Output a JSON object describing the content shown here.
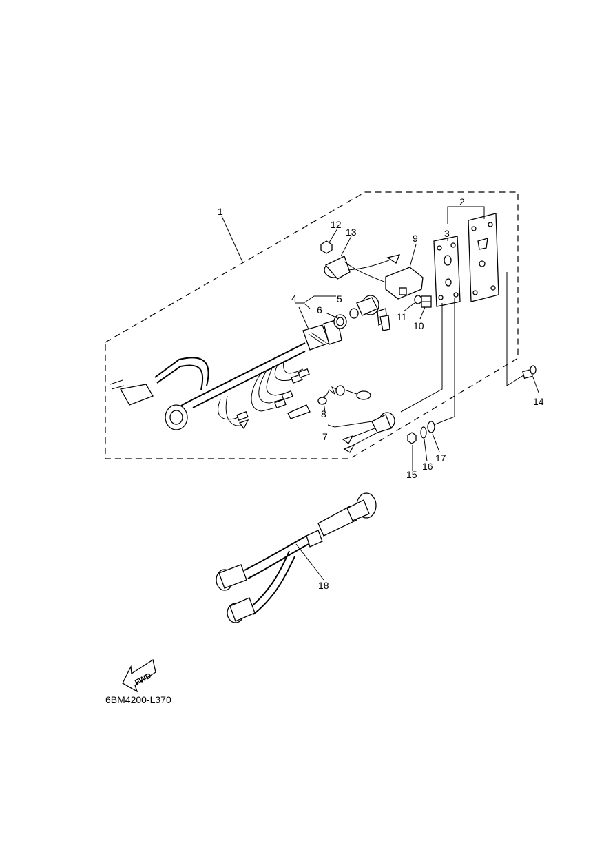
{
  "callouts": [
    "1",
    "2",
    "3",
    "4",
    "5",
    "6",
    "7",
    "8",
    "9",
    "10",
    "11",
    "12",
    "13",
    "14",
    "15",
    "16",
    "17",
    "18"
  ],
  "direction_badge": "FWD",
  "diagram_code": "6BM4200-L370"
}
